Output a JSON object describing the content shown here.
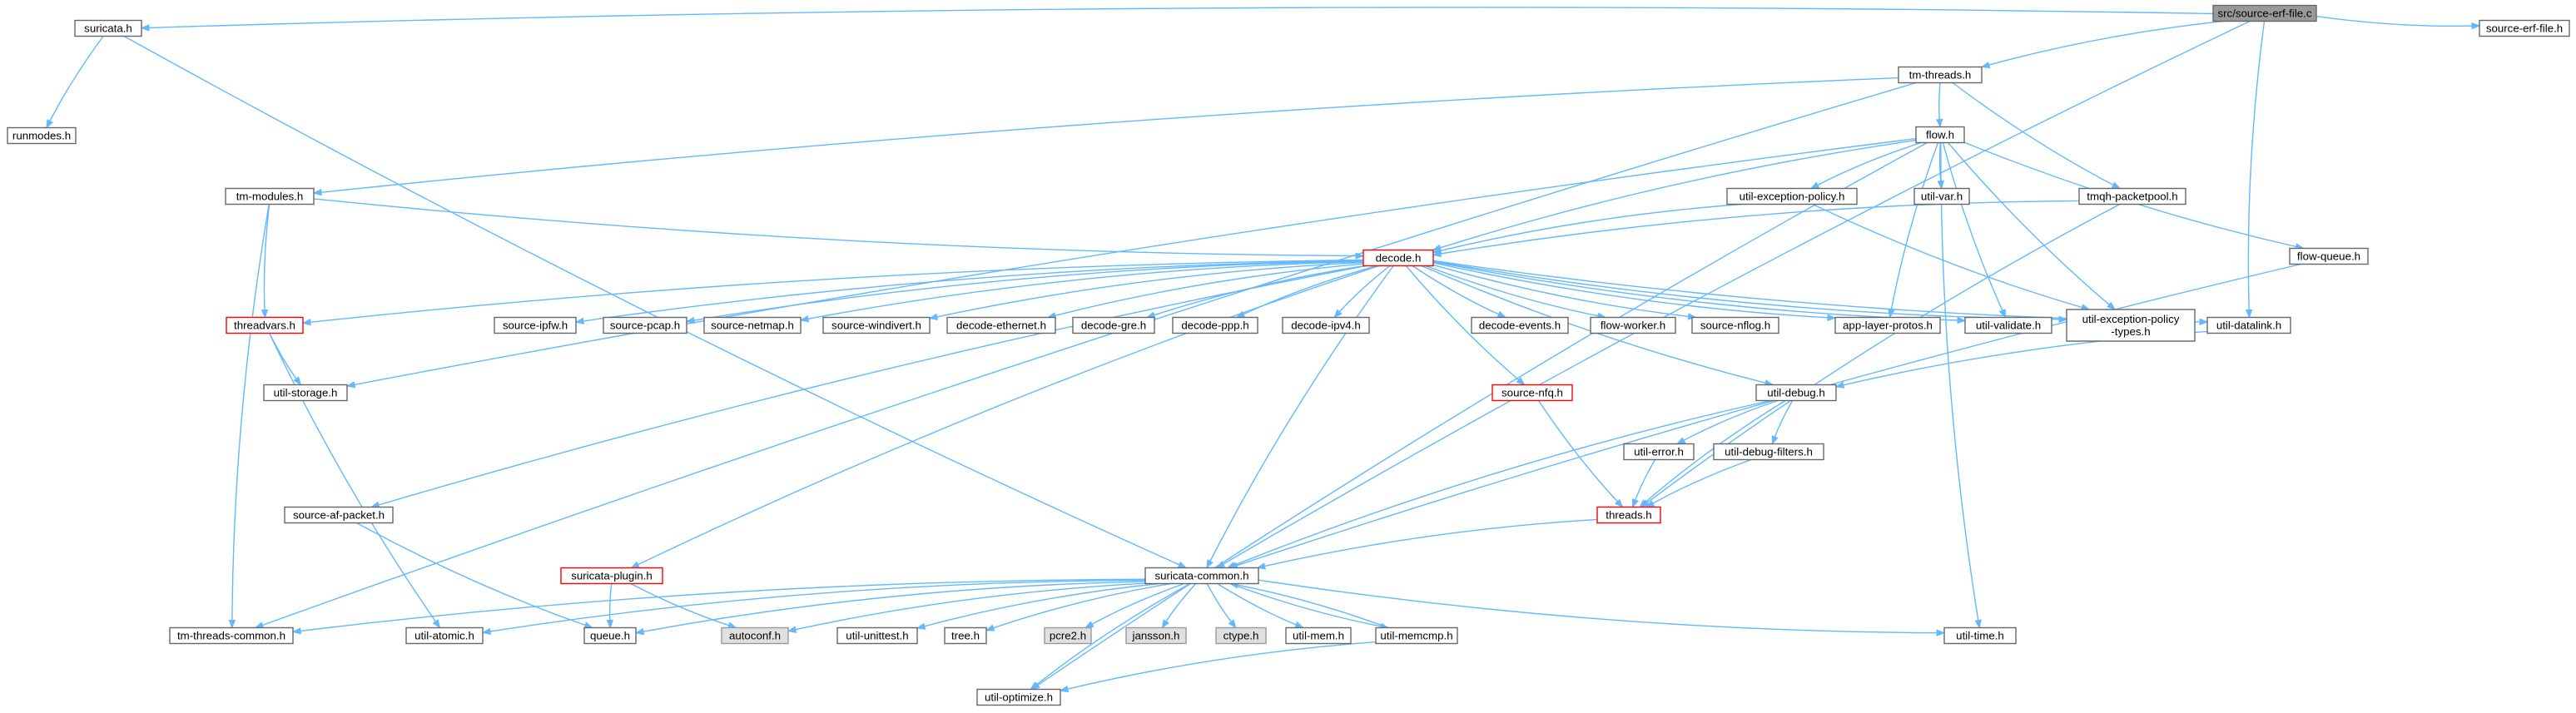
{
  "graph_title": "src/source-erf-file.c",
  "colors": {
    "edge": "#63b8ff",
    "node_border_normal": "#666666",
    "node_border_truncated": "#ff0000",
    "node_fill": "#ffffff",
    "node_fill_root": "#999999",
    "node_fill_system": "#e0e0e0",
    "node_border_system": "#999999"
  },
  "nodes": [
    {
      "id": "src_source_erf_file_c",
      "label": "src/source-erf-file.c",
      "style": "root"
    },
    {
      "id": "suricata_h",
      "label": "suricata.h",
      "style": "normal"
    },
    {
      "id": "tm_threads_h",
      "label": "tm-threads.h",
      "style": "normal"
    },
    {
      "id": "source_erf_file_h",
      "label": "source-erf-file.h",
      "style": "normal"
    },
    {
      "id": "runmodes_h",
      "label": "runmodes.h",
      "style": "normal"
    },
    {
      "id": "flow_h",
      "label": "flow.h",
      "style": "normal"
    },
    {
      "id": "tm_modules_h",
      "label": "tm-modules.h",
      "style": "normal"
    },
    {
      "id": "util_exception_policy_h",
      "label": "util-exception-policy.h",
      "style": "normal"
    },
    {
      "id": "util_var_h",
      "label": "util-var.h",
      "style": "normal"
    },
    {
      "id": "tmqh_packetpool_h",
      "label": "tmqh-packetpool.h",
      "style": "normal"
    },
    {
      "id": "flow_queue_h",
      "label": "flow-queue.h",
      "style": "normal"
    },
    {
      "id": "decode_h",
      "label": "decode.h",
      "style": "truncated"
    },
    {
      "id": "threadvars_h",
      "label": "threadvars.h",
      "style": "truncated"
    },
    {
      "id": "source_ipfw_h",
      "label": "source-ipfw.h",
      "style": "normal"
    },
    {
      "id": "source_pcap_h",
      "label": "source-pcap.h",
      "style": "normal"
    },
    {
      "id": "source_netmap_h",
      "label": "source-netmap.h",
      "style": "normal"
    },
    {
      "id": "source_windivert_h",
      "label": "source-windivert.h",
      "style": "normal"
    },
    {
      "id": "decode_ethernet_h",
      "label": "decode-ethernet.h",
      "style": "normal"
    },
    {
      "id": "decode_gre_h",
      "label": "decode-gre.h",
      "style": "normal"
    },
    {
      "id": "decode_ppp_h",
      "label": "decode-ppp.h",
      "style": "normal"
    },
    {
      "id": "decode_ipv4_h",
      "label": "decode-ipv4.h",
      "style": "normal"
    },
    {
      "id": "decode_events_h",
      "label": "decode-events.h",
      "style": "normal"
    },
    {
      "id": "flow_worker_h",
      "label": "flow-worker.h",
      "style": "normal"
    },
    {
      "id": "source_nflog_h",
      "label": "source-nflog.h",
      "style": "normal"
    },
    {
      "id": "app_layer_protos_h",
      "label": "app-layer-protos.h",
      "style": "normal"
    },
    {
      "id": "util_validate_h",
      "label": "util-validate.h",
      "style": "normal"
    },
    {
      "id": "util_exception_policy_types_h",
      "label": "util-exception-policy\n-types.h",
      "style": "normal"
    },
    {
      "id": "util_datalink_h",
      "label": "util-datalink.h",
      "style": "normal"
    },
    {
      "id": "util_storage_h",
      "label": "util-storage.h",
      "style": "normal"
    },
    {
      "id": "source_nfq_h",
      "label": "source-nfq.h",
      "style": "truncated"
    },
    {
      "id": "util_debug_h",
      "label": "util-debug.h",
      "style": "normal"
    },
    {
      "id": "util_error_h",
      "label": "util-error.h",
      "style": "normal"
    },
    {
      "id": "util_debug_filters_h",
      "label": "util-debug-filters.h",
      "style": "normal"
    },
    {
      "id": "source_af_packet_h",
      "label": "source-af-packet.h",
      "style": "normal"
    },
    {
      "id": "threads_h",
      "label": "threads.h",
      "style": "truncated"
    },
    {
      "id": "suricata_plugin_h",
      "label": "suricata-plugin.h",
      "style": "truncated"
    },
    {
      "id": "suricata_common_h",
      "label": "suricata-common.h",
      "style": "normal"
    },
    {
      "id": "tm_threads_common_h",
      "label": "tm-threads-common.h",
      "style": "normal"
    },
    {
      "id": "util_atomic_h",
      "label": "util-atomic.h",
      "style": "normal"
    },
    {
      "id": "queue_h",
      "label": "queue.h",
      "style": "normal"
    },
    {
      "id": "autoconf_h",
      "label": "autoconf.h",
      "style": "system"
    },
    {
      "id": "util_unittest_h",
      "label": "util-unittest.h",
      "style": "normal"
    },
    {
      "id": "tree_h",
      "label": "tree.h",
      "style": "normal"
    },
    {
      "id": "pcre2_h",
      "label": "pcre2.h",
      "style": "system"
    },
    {
      "id": "jansson_h",
      "label": "jansson.h",
      "style": "system"
    },
    {
      "id": "ctype_h",
      "label": "ctype.h",
      "style": "system"
    },
    {
      "id": "util_mem_h",
      "label": "util-mem.h",
      "style": "normal"
    },
    {
      "id": "util_memcmp_h",
      "label": "util-memcmp.h",
      "style": "normal"
    },
    {
      "id": "util_time_h",
      "label": "util-time.h",
      "style": "normal"
    },
    {
      "id": "util_optimize_h",
      "label": "util-optimize.h",
      "style": "normal"
    }
  ],
  "edges": [
    [
      "src_source_erf_file_c",
      "suricata_h"
    ],
    [
      "src_source_erf_file_c",
      "tm_threads_h"
    ],
    [
      "src_source_erf_file_c",
      "source_erf_file_h"
    ],
    [
      "src_source_erf_file_c",
      "util_datalink_h"
    ],
    [
      "src_source_erf_file_c",
      "suricata_common_h"
    ],
    [
      "suricata_h",
      "runmodes_h"
    ],
    [
      "suricata_h",
      "suricata_common_h"
    ],
    [
      "tm_threads_h",
      "flow_h"
    ],
    [
      "tm_threads_h",
      "tm_modules_h"
    ],
    [
      "tm_threads_h",
      "tmqh_packetpool_h"
    ],
    [
      "tm_threads_h",
      "tm_threads_common_h"
    ],
    [
      "flow_h",
      "decode_h"
    ],
    [
      "flow_h",
      "util_exception_policy_h"
    ],
    [
      "flow_h",
      "util_var_h"
    ],
    [
      "flow_h",
      "flow_queue_h"
    ],
    [
      "flow_h",
      "util_storage_h"
    ],
    [
      "flow_h",
      "app_layer_protos_h"
    ],
    [
      "flow_h",
      "util_validate_h"
    ],
    [
      "flow_h",
      "util_exception_policy_types_h"
    ],
    [
      "flow_h",
      "util_time_h"
    ],
    [
      "flow_h",
      "util_optimize_h"
    ],
    [
      "tm_modules_h",
      "decode_h"
    ],
    [
      "tm_modules_h",
      "threadvars_h"
    ],
    [
      "tm_modules_h",
      "tm_threads_common_h"
    ],
    [
      "util_exception_policy_h",
      "decode_h"
    ],
    [
      "util_exception_policy_h",
      "util_exception_policy_types_h"
    ],
    [
      "tmqh_packetpool_h",
      "decode_h"
    ],
    [
      "tmqh_packetpool_h",
      "threads_h"
    ],
    [
      "flow_queue_h",
      "suricata_common_h"
    ],
    [
      "decode_h",
      "threadvars_h"
    ],
    [
      "decode_h",
      "source_ipfw_h"
    ],
    [
      "decode_h",
      "source_pcap_h"
    ],
    [
      "decode_h",
      "source_netmap_h"
    ],
    [
      "decode_h",
      "source_windivert_h"
    ],
    [
      "decode_h",
      "decode_ethernet_h"
    ],
    [
      "decode_h",
      "decode_gre_h"
    ],
    [
      "decode_h",
      "decode_ppp_h"
    ],
    [
      "decode_h",
      "decode_ipv4_h"
    ],
    [
      "decode_h",
      "decode_events_h"
    ],
    [
      "decode_h",
      "flow_worker_h"
    ],
    [
      "decode_h",
      "source_nflog_h"
    ],
    [
      "decode_h",
      "app_layer_protos_h"
    ],
    [
      "decode_h",
      "util_validate_h"
    ],
    [
      "decode_h",
      "util_exception_policy_types_h"
    ],
    [
      "decode_h",
      "util_datalink_h"
    ],
    [
      "decode_h",
      "source_nfq_h"
    ],
    [
      "decode_h",
      "util_debug_h"
    ],
    [
      "decode_h",
      "source_af_packet_h"
    ],
    [
      "decode_h",
      "suricata_plugin_h"
    ],
    [
      "decode_h",
      "suricata_common_h"
    ],
    [
      "threadvars_h",
      "util_storage_h"
    ],
    [
      "threadvars_h",
      "util_atomic_h"
    ],
    [
      "util_datalink_h",
      "util_debug_h"
    ],
    [
      "source_nfq_h",
      "threads_h"
    ],
    [
      "util_debug_h",
      "util_error_h"
    ],
    [
      "util_debug_h",
      "util_debug_filters_h"
    ],
    [
      "util_debug_h",
      "threads_h"
    ],
    [
      "util_debug_h",
      "suricata_common_h"
    ],
    [
      "util_error_h",
      "threads_h"
    ],
    [
      "util_debug_filters_h",
      "threads_h"
    ],
    [
      "threads_h",
      "suricata_common_h"
    ],
    [
      "source_af_packet_h",
      "queue_h"
    ],
    [
      "suricata_plugin_h",
      "queue_h"
    ],
    [
      "suricata_plugin_h",
      "autoconf_h"
    ],
    [
      "suricata_common_h",
      "tm_threads_common_h"
    ],
    [
      "suricata_common_h",
      "util_atomic_h"
    ],
    [
      "suricata_common_h",
      "queue_h"
    ],
    [
      "suricata_common_h",
      "autoconf_h"
    ],
    [
      "suricata_common_h",
      "util_unittest_h"
    ],
    [
      "suricata_common_h",
      "tree_h"
    ],
    [
      "suricata_common_h",
      "pcre2_h"
    ],
    [
      "suricata_common_h",
      "jansson_h"
    ],
    [
      "suricata_common_h",
      "ctype_h"
    ],
    [
      "suricata_common_h",
      "util_mem_h"
    ],
    [
      "suricata_common_h",
      "util_memcmp_h"
    ],
    [
      "suricata_common_h",
      "util_time_h"
    ],
    [
      "suricata_common_h",
      "util_optimize_h"
    ],
    [
      "util_memcmp_h",
      "suricata_common_h"
    ],
    [
      "util_memcmp_h",
      "util_optimize_h"
    ]
  ]
}
